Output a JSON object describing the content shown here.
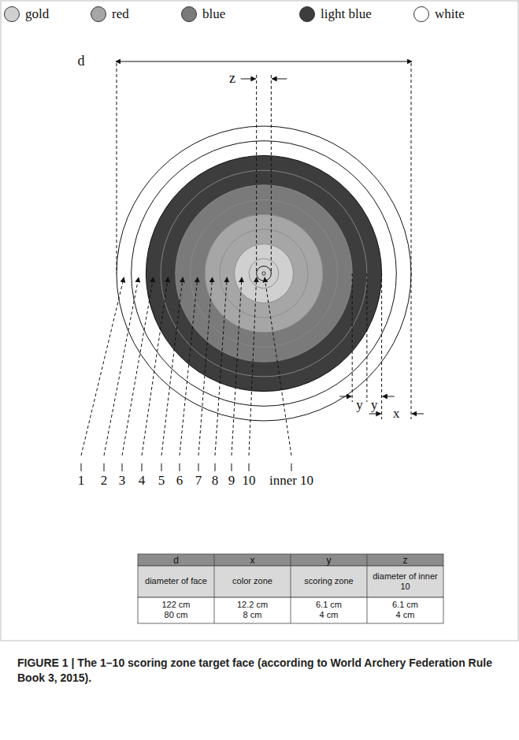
{
  "diagram": {
    "caption": "FIGURE 1 | The 1–10 scoring zone target face (according to World Archery Federation Rule Book 3, 2015).",
    "labels": [
      "d",
      "z",
      "1",
      "2",
      "3",
      "4",
      "5",
      "6",
      "7",
      "8",
      "9",
      "10",
      "inner 10",
      "y",
      "y",
      "x",
      "d",
      "x",
      "y",
      "z",
      "diameter of face",
      "color zone",
      "scoring zone",
      "diameter of inner 10",
      "122 cm",
      "80 cm",
      "12.2 cm",
      "8 cm",
      "6.1 cm",
      "4 cm",
      "6.1 cm",
      "4 cm"
    ],
    "legend": [
      {
        "text": "gold",
        "color": "#d0d0d0"
      },
      {
        "text": "red",
        "color": "#a6a6a6"
      },
      {
        "text": "blue",
        "color": "#7a7a7a"
      },
      {
        "text": "light blue",
        "color": "#3d3d3d"
      },
      {
        "text": "white",
        "color": "#ffffff"
      }
    ]
  }
}
